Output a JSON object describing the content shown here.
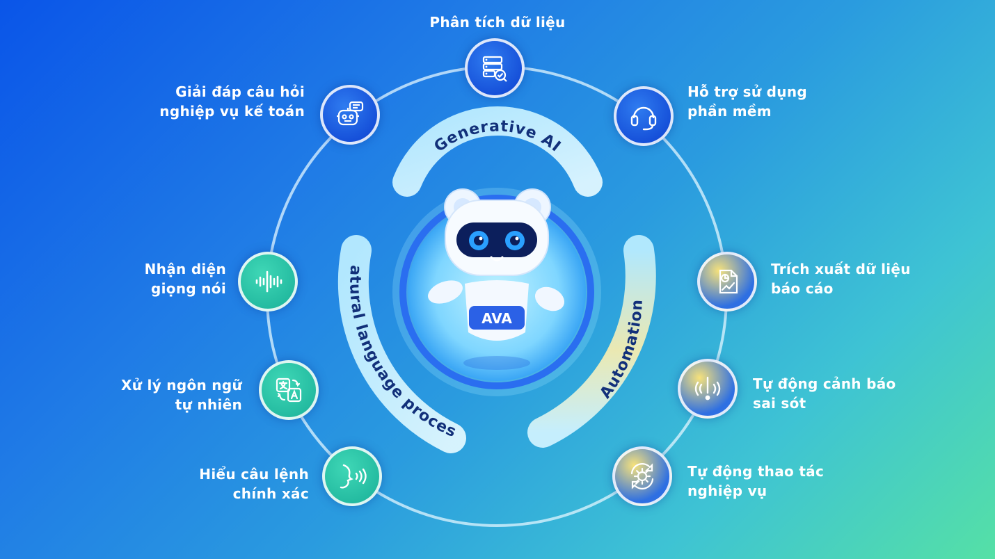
{
  "center": {
    "badge_text": "AVA",
    "arc_labels": {
      "top": "Generative AI",
      "left": "Natural language process",
      "right": "Automation"
    }
  },
  "nodes": {
    "data_analysis": {
      "line1": "Phân tích dữ liệu",
      "icon": "data-check-icon"
    },
    "accounting_qa": {
      "line1": "Giải đáp câu hỏi",
      "line2": "nghiệp vụ kế toán",
      "icon": "chatbot-icon"
    },
    "software_support": {
      "line1": "Hỗ trợ sử dụng",
      "line2": "phần mềm",
      "icon": "headset-icon"
    },
    "voice_recognition": {
      "line1": "Nhận diện",
      "line2": "giọng nói",
      "icon": "sound-wave-icon"
    },
    "report_extraction": {
      "line1": "Trích xuất dữ liệu",
      "line2": "báo cáo",
      "icon": "report-chart-icon"
    },
    "nlp": {
      "line1": "Xử lý ngôn ngữ",
      "line2": "tự nhiên",
      "icon": "translate-icon"
    },
    "error_alert": {
      "line1": "Tự động cảnh báo",
      "line2": "sai sót",
      "icon": "alert-icon"
    },
    "command_understanding": {
      "line1": "Hiểu câu lệnh",
      "line2": "chính xác",
      "icon": "speaking-head-icon"
    },
    "auto_operation": {
      "line1": "Tự động thao tác",
      "line2": "nghiệp vụ",
      "icon": "gear-sync-icon"
    }
  }
}
